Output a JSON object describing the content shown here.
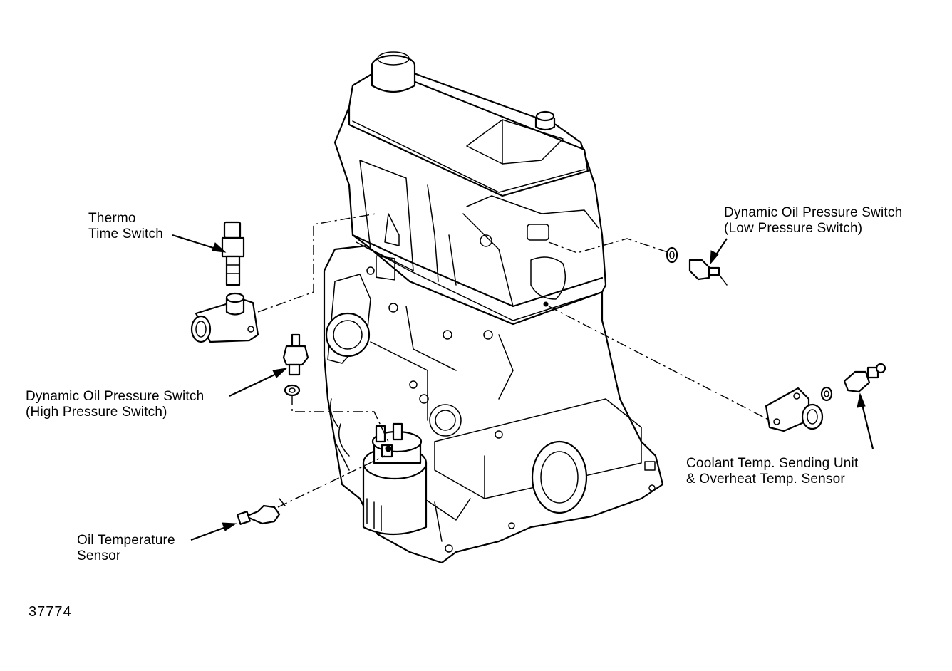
{
  "labels": {
    "thermo_time_switch": [
      "Thermo",
      "Time Switch"
    ],
    "oil_pressure_low": [
      "Dynamic Oil Pressure Switch",
      "(Low Pressure Switch)"
    ],
    "oil_pressure_high": [
      "Dynamic Oil Pressure Switch",
      "(High Pressure Switch)"
    ],
    "coolant_temp": [
      "Coolant Temp. Sending Unit",
      "& Overheat Temp. Sensor"
    ],
    "oil_temp_sensor": [
      "Oil Temperature",
      "Sensor"
    ]
  },
  "figure_number": "37774"
}
